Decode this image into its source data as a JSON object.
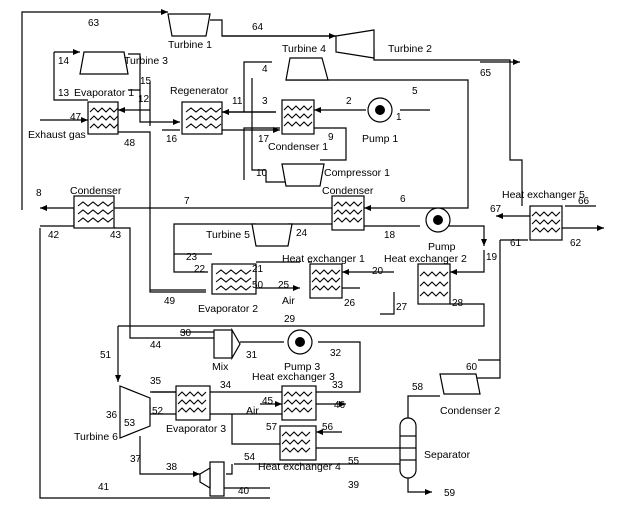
{
  "components": {
    "turbine_1": "Turbine 1",
    "turbine_2": "Turbine 2",
    "turbine_3": "Turbine 3",
    "turbine_4": "Turbine 4",
    "turbine_5": "Turbine 5",
    "turbine_6": "Turbine 6",
    "evaporator_1": "Evaporator 1",
    "evaporator_2": "Evaporator 2",
    "evaporator_3": "Evaporator 3",
    "regenerator": "Regenerator",
    "condenser_1": "Condenser 1",
    "condenser_2": "Condenser 2",
    "condenser_a": "Condenser",
    "condenser_b": "Condenser",
    "compressor_1": "Compressor 1",
    "pump_1": "Pump 1",
    "pump_2": "Pump",
    "pump_3": "Pump 3",
    "heat_exchanger_1": "Heat exchanger 1",
    "heat_exchanger_2": "Heat exchanger 2",
    "heat_exchanger_3": "Heat exchanger 3",
    "heat_exchanger_4": "Heat exchanger 4",
    "heat_exchanger_5": "Heat exchanger 5",
    "mix": "Mix",
    "separator": "Separator",
    "exhaust_gas": "Exhaust gas",
    "air_1": "Air",
    "air_2": "Air"
  },
  "streams": [
    "1",
    "2",
    "3",
    "4",
    "5",
    "6",
    "7",
    "8",
    "9",
    "10",
    "11",
    "12",
    "13",
    "14",
    "15",
    "16",
    "17",
    "18",
    "19",
    "20",
    "21",
    "22",
    "23",
    "24",
    "25",
    "26",
    "27",
    "28",
    "29",
    "30",
    "31",
    "32",
    "33",
    "34",
    "35",
    "36",
    "37",
    "38",
    "39",
    "40",
    "41",
    "42",
    "43",
    "44",
    "45",
    "46",
    "47",
    "48",
    "49",
    "50",
    "51",
    "52",
    "53",
    "54",
    "55",
    "56",
    "57",
    "58",
    "59",
    "60",
    "61",
    "62",
    "63",
    "64",
    "65",
    "66",
    "67"
  ]
}
